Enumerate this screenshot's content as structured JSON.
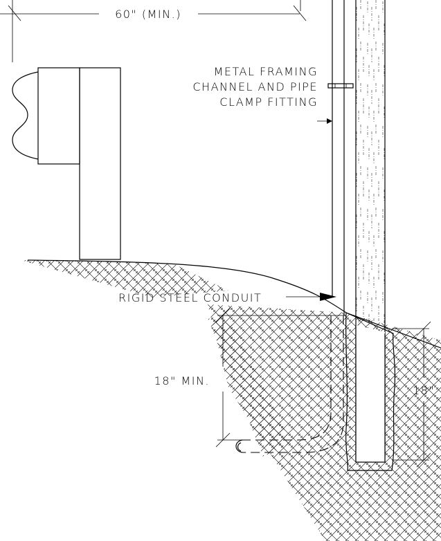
{
  "labels": {
    "top_dimension": "60\" (MIN.)",
    "channel_line1": "METAL FRAMING",
    "channel_line2": "CHANNEL AND PIPE",
    "channel_line3": "CLAMP FITTING",
    "conduit": "RIGID STEEL CONDUIT",
    "conduit_depth": "18\" MIN.",
    "footing_depth": "18\""
  },
  "colors": {
    "line": "#000000",
    "background": "#ffffff"
  }
}
